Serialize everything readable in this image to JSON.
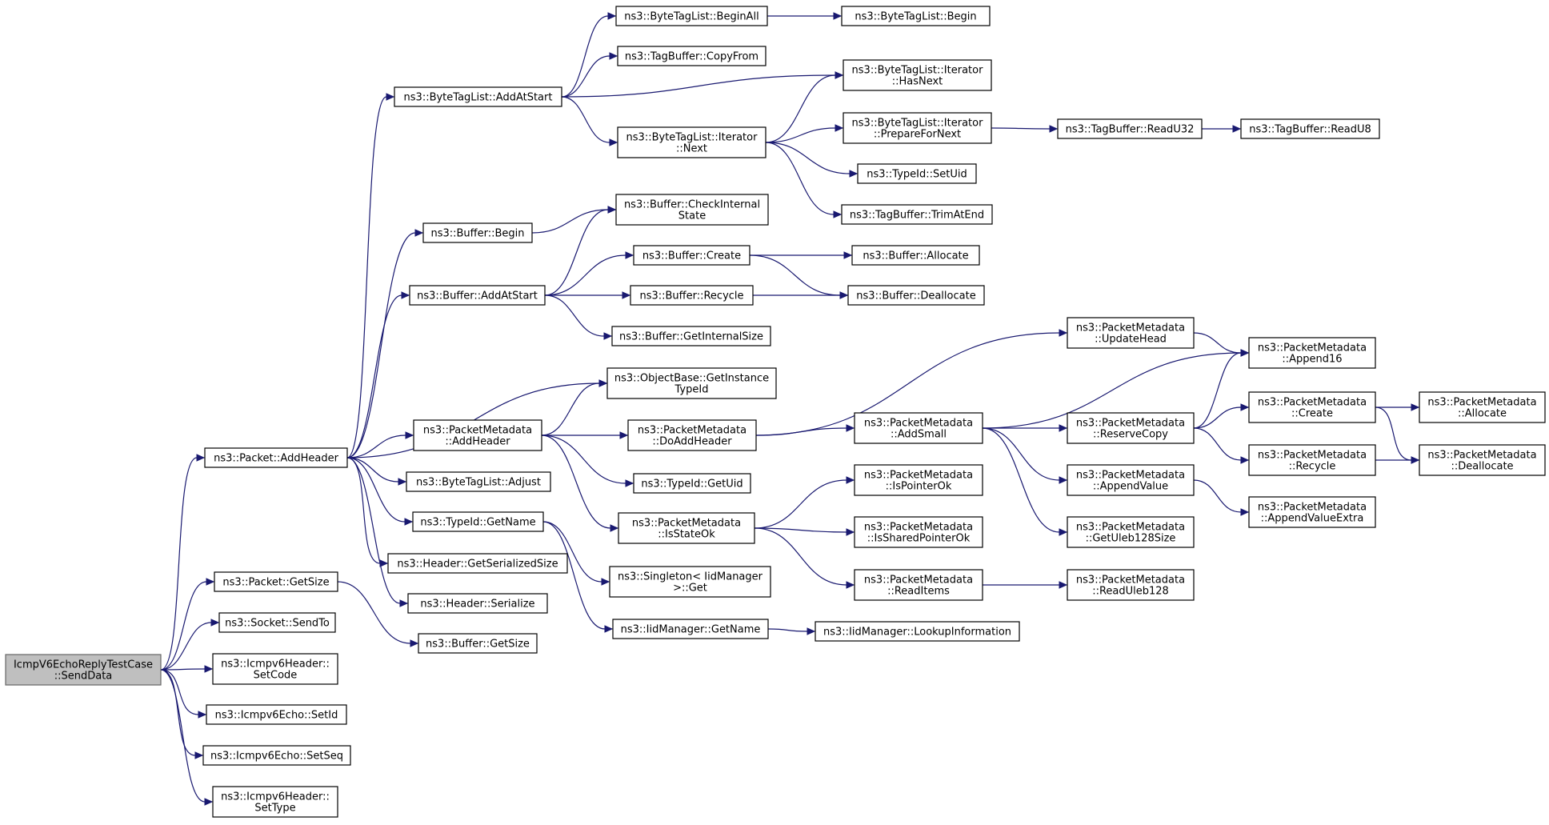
{
  "diagram": {
    "edge_color": "#191970",
    "root_fill": "#bfbfbf",
    "nodes": [
      {
        "id": "root",
        "lines": [
          "IcmpV6EchoReplyTestCase",
          "::SendData"
        ]
      },
      {
        "id": "pkt_addheader",
        "lines": [
          "ns3::Packet::AddHeader"
        ]
      },
      {
        "id": "pkt_getsize",
        "lines": [
          "ns3::Packet::GetSize"
        ]
      },
      {
        "id": "sock_sendto",
        "lines": [
          "ns3::Socket::SendTo"
        ]
      },
      {
        "id": "icmp_setcode",
        "lines": [
          "ns3::Icmpv6Header::",
          "SetCode"
        ]
      },
      {
        "id": "echo_setid",
        "lines": [
          "ns3::Icmpv6Echo::SetId"
        ]
      },
      {
        "id": "echo_setseq",
        "lines": [
          "ns3::Icmpv6Echo::SetSeq"
        ]
      },
      {
        "id": "icmp_settype",
        "lines": [
          "ns3::Icmpv6Header::",
          "SetType"
        ]
      },
      {
        "id": "btl_addatstart",
        "lines": [
          "ns3::ByteTagList::AddAtStart"
        ]
      },
      {
        "id": "buf_begin",
        "lines": [
          "ns3::Buffer::Begin"
        ]
      },
      {
        "id": "buf_addatstart",
        "lines": [
          "ns3::Buffer::AddAtStart"
        ]
      },
      {
        "id": "pm_addheader",
        "lines": [
          "ns3::PacketMetadata",
          "::AddHeader"
        ]
      },
      {
        "id": "btl_adjust",
        "lines": [
          "ns3::ByteTagList::Adjust"
        ]
      },
      {
        "id": "tid_getname",
        "lines": [
          "ns3::TypeId::GetName"
        ]
      },
      {
        "id": "hdr_getser",
        "lines": [
          "ns3::Header::GetSerializedSize"
        ]
      },
      {
        "id": "hdr_serialize",
        "lines": [
          "ns3::Header::Serialize"
        ]
      },
      {
        "id": "buf_getsize",
        "lines": [
          "ns3::Buffer::GetSize"
        ]
      },
      {
        "id": "btl_beginall",
        "lines": [
          "ns3::ByteTagList::BeginAll"
        ]
      },
      {
        "id": "tb_copyfrom",
        "lines": [
          "ns3::TagBuffer::CopyFrom"
        ]
      },
      {
        "id": "it_next",
        "lines": [
          "ns3::ByteTagList::Iterator",
          "::Next"
        ]
      },
      {
        "id": "buf_checkint",
        "lines": [
          "ns3::Buffer::CheckInternal",
          "State"
        ]
      },
      {
        "id": "buf_create",
        "lines": [
          "ns3::Buffer::Create"
        ]
      },
      {
        "id": "buf_recycle",
        "lines": [
          "ns3::Buffer::Recycle"
        ]
      },
      {
        "id": "buf_getint",
        "lines": [
          "ns3::Buffer::GetInternalSize"
        ]
      },
      {
        "id": "ob_getinst",
        "lines": [
          "ns3::ObjectBase::GetInstance",
          "TypeId"
        ]
      },
      {
        "id": "pm_doaddheader",
        "lines": [
          "ns3::PacketMetadata",
          "::DoAddHeader"
        ]
      },
      {
        "id": "tid_getuid",
        "lines": [
          "ns3::TypeId::GetUid"
        ]
      },
      {
        "id": "pm_isstateok",
        "lines": [
          "ns3::PacketMetadata",
          "::IsStateOk"
        ]
      },
      {
        "id": "singleton_get",
        "lines": [
          "ns3::Singleton< IidManager",
          ">::Get"
        ]
      },
      {
        "id": "iid_getname",
        "lines": [
          "ns3::IidManager::GetName"
        ]
      },
      {
        "id": "btl_begin",
        "lines": [
          "ns3::ByteTagList::Begin"
        ]
      },
      {
        "id": "it_hasnext",
        "lines": [
          "ns3::ByteTagList::Iterator",
          "::HasNext"
        ]
      },
      {
        "id": "it_prepare",
        "lines": [
          "ns3::ByteTagList::Iterator",
          "::PrepareForNext"
        ]
      },
      {
        "id": "tid_setuid",
        "lines": [
          "ns3::TypeId::SetUid"
        ]
      },
      {
        "id": "tb_trim",
        "lines": [
          "ns3::TagBuffer::TrimAtEnd"
        ]
      },
      {
        "id": "buf_allocate",
        "lines": [
          "ns3::Buffer::Allocate"
        ]
      },
      {
        "id": "buf_dealloc",
        "lines": [
          "ns3::Buffer::Deallocate"
        ]
      },
      {
        "id": "pm_updatehead",
        "lines": [
          "ns3::PacketMetadata",
          "::UpdateHead"
        ]
      },
      {
        "id": "pm_addsmall",
        "lines": [
          "ns3::PacketMetadata",
          "::AddSmall"
        ]
      },
      {
        "id": "pm_isptrok",
        "lines": [
          "ns3::PacketMetadata",
          "::IsPointerOk"
        ]
      },
      {
        "id": "pm_isshared",
        "lines": [
          "ns3::PacketMetadata",
          "::IsSharedPointerOk"
        ]
      },
      {
        "id": "pm_readitems",
        "lines": [
          "ns3::PacketMetadata",
          "::ReadItems"
        ]
      },
      {
        "id": "iid_lookup",
        "lines": [
          "ns3::IidManager::LookupInformation"
        ]
      },
      {
        "id": "tb_readu32",
        "lines": [
          "ns3::TagBuffer::ReadU32"
        ]
      },
      {
        "id": "tb_readu8",
        "lines": [
          "ns3::TagBuffer::ReadU8"
        ]
      },
      {
        "id": "pm_reservecopy",
        "lines": [
          "ns3::PacketMetadata",
          "::ReserveCopy"
        ]
      },
      {
        "id": "pm_appendvalue",
        "lines": [
          "ns3::PacketMetadata",
          "::AppendValue"
        ]
      },
      {
        "id": "pm_getuleb",
        "lines": [
          "ns3::PacketMetadata",
          "::GetUleb128Size"
        ]
      },
      {
        "id": "pm_readuleb",
        "lines": [
          "ns3::PacketMetadata",
          "::ReadUleb128"
        ]
      },
      {
        "id": "pm_append16",
        "lines": [
          "ns3::PacketMetadata",
          "::Append16"
        ]
      },
      {
        "id": "pm_create",
        "lines": [
          "ns3::PacketMetadata",
          "::Create"
        ]
      },
      {
        "id": "pm_recycle",
        "lines": [
          "ns3::PacketMetadata",
          "::Recycle"
        ]
      },
      {
        "id": "pm_appendextra",
        "lines": [
          "ns3::PacketMetadata",
          "::AppendValueExtra"
        ]
      },
      {
        "id": "pm_allocate",
        "lines": [
          "ns3::PacketMetadata",
          "::Allocate"
        ]
      },
      {
        "id": "pm_dealloc",
        "lines": [
          "ns3::PacketMetadata",
          "::Deallocate"
        ]
      }
    ],
    "edges": [
      [
        "root",
        "pkt_addheader"
      ],
      [
        "root",
        "pkt_getsize"
      ],
      [
        "root",
        "sock_sendto"
      ],
      [
        "root",
        "icmp_setcode"
      ],
      [
        "root",
        "echo_setid"
      ],
      [
        "root",
        "echo_setseq"
      ],
      [
        "root",
        "icmp_settype"
      ],
      [
        "pkt_addheader",
        "btl_addatstart"
      ],
      [
        "pkt_addheader",
        "buf_begin"
      ],
      [
        "pkt_addheader",
        "buf_addatstart"
      ],
      [
        "pkt_addheader",
        "ob_getinst"
      ],
      [
        "pkt_addheader",
        "pm_addheader"
      ],
      [
        "pkt_addheader",
        "btl_adjust"
      ],
      [
        "pkt_addheader",
        "tid_getname"
      ],
      [
        "pkt_addheader",
        "hdr_getser"
      ],
      [
        "pkt_addheader",
        "hdr_serialize"
      ],
      [
        "pkt_getsize",
        "buf_getsize"
      ],
      [
        "btl_addatstart",
        "btl_beginall"
      ],
      [
        "btl_addatstart",
        "tb_copyfrom"
      ],
      [
        "btl_addatstart",
        "it_hasnext"
      ],
      [
        "btl_addatstart",
        "it_next"
      ],
      [
        "btl_beginall",
        "btl_begin"
      ],
      [
        "it_next",
        "it_hasnext"
      ],
      [
        "it_next",
        "it_prepare"
      ],
      [
        "it_next",
        "tid_setuid"
      ],
      [
        "it_next",
        "tb_trim"
      ],
      [
        "it_prepare",
        "tb_readu32"
      ],
      [
        "tb_readu32",
        "tb_readu8"
      ],
      [
        "buf_begin",
        "buf_checkint"
      ],
      [
        "buf_addatstart",
        "buf_checkint"
      ],
      [
        "buf_addatstart",
        "buf_create"
      ],
      [
        "buf_addatstart",
        "buf_recycle"
      ],
      [
        "buf_addatstart",
        "buf_getint"
      ],
      [
        "buf_create",
        "buf_allocate"
      ],
      [
        "buf_create",
        "buf_dealloc"
      ],
      [
        "buf_recycle",
        "buf_dealloc"
      ],
      [
        "pm_addheader",
        "ob_getinst"
      ],
      [
        "pm_addheader",
        "pm_doaddheader"
      ],
      [
        "pm_addheader",
        "tid_getuid"
      ],
      [
        "pm_addheader",
        "pm_isstateok"
      ],
      [
        "pm_doaddheader",
        "pm_updatehead"
      ],
      [
        "pm_doaddheader",
        "pm_addsmall"
      ],
      [
        "pm_updatehead",
        "pm_append16"
      ],
      [
        "pm_addsmall",
        "pm_append16"
      ],
      [
        "pm_addsmall",
        "pm_reservecopy"
      ],
      [
        "pm_addsmall",
        "pm_appendvalue"
      ],
      [
        "pm_addsmall",
        "pm_getuleb"
      ],
      [
        "pm_reservecopy",
        "pm_append16"
      ],
      [
        "pm_reservecopy",
        "pm_create"
      ],
      [
        "pm_reservecopy",
        "pm_recycle"
      ],
      [
        "pm_create",
        "pm_allocate"
      ],
      [
        "pm_create",
        "pm_dealloc"
      ],
      [
        "pm_recycle",
        "pm_dealloc"
      ],
      [
        "pm_appendvalue",
        "pm_appendextra"
      ],
      [
        "pm_isstateok",
        "pm_isptrok"
      ],
      [
        "pm_isstateok",
        "pm_isshared"
      ],
      [
        "pm_isstateok",
        "pm_readitems"
      ],
      [
        "pm_readitems",
        "pm_readuleb"
      ],
      [
        "tid_getname",
        "singleton_get"
      ],
      [
        "tid_getname",
        "iid_getname"
      ],
      [
        "iid_getname",
        "iid_lookup"
      ]
    ]
  }
}
